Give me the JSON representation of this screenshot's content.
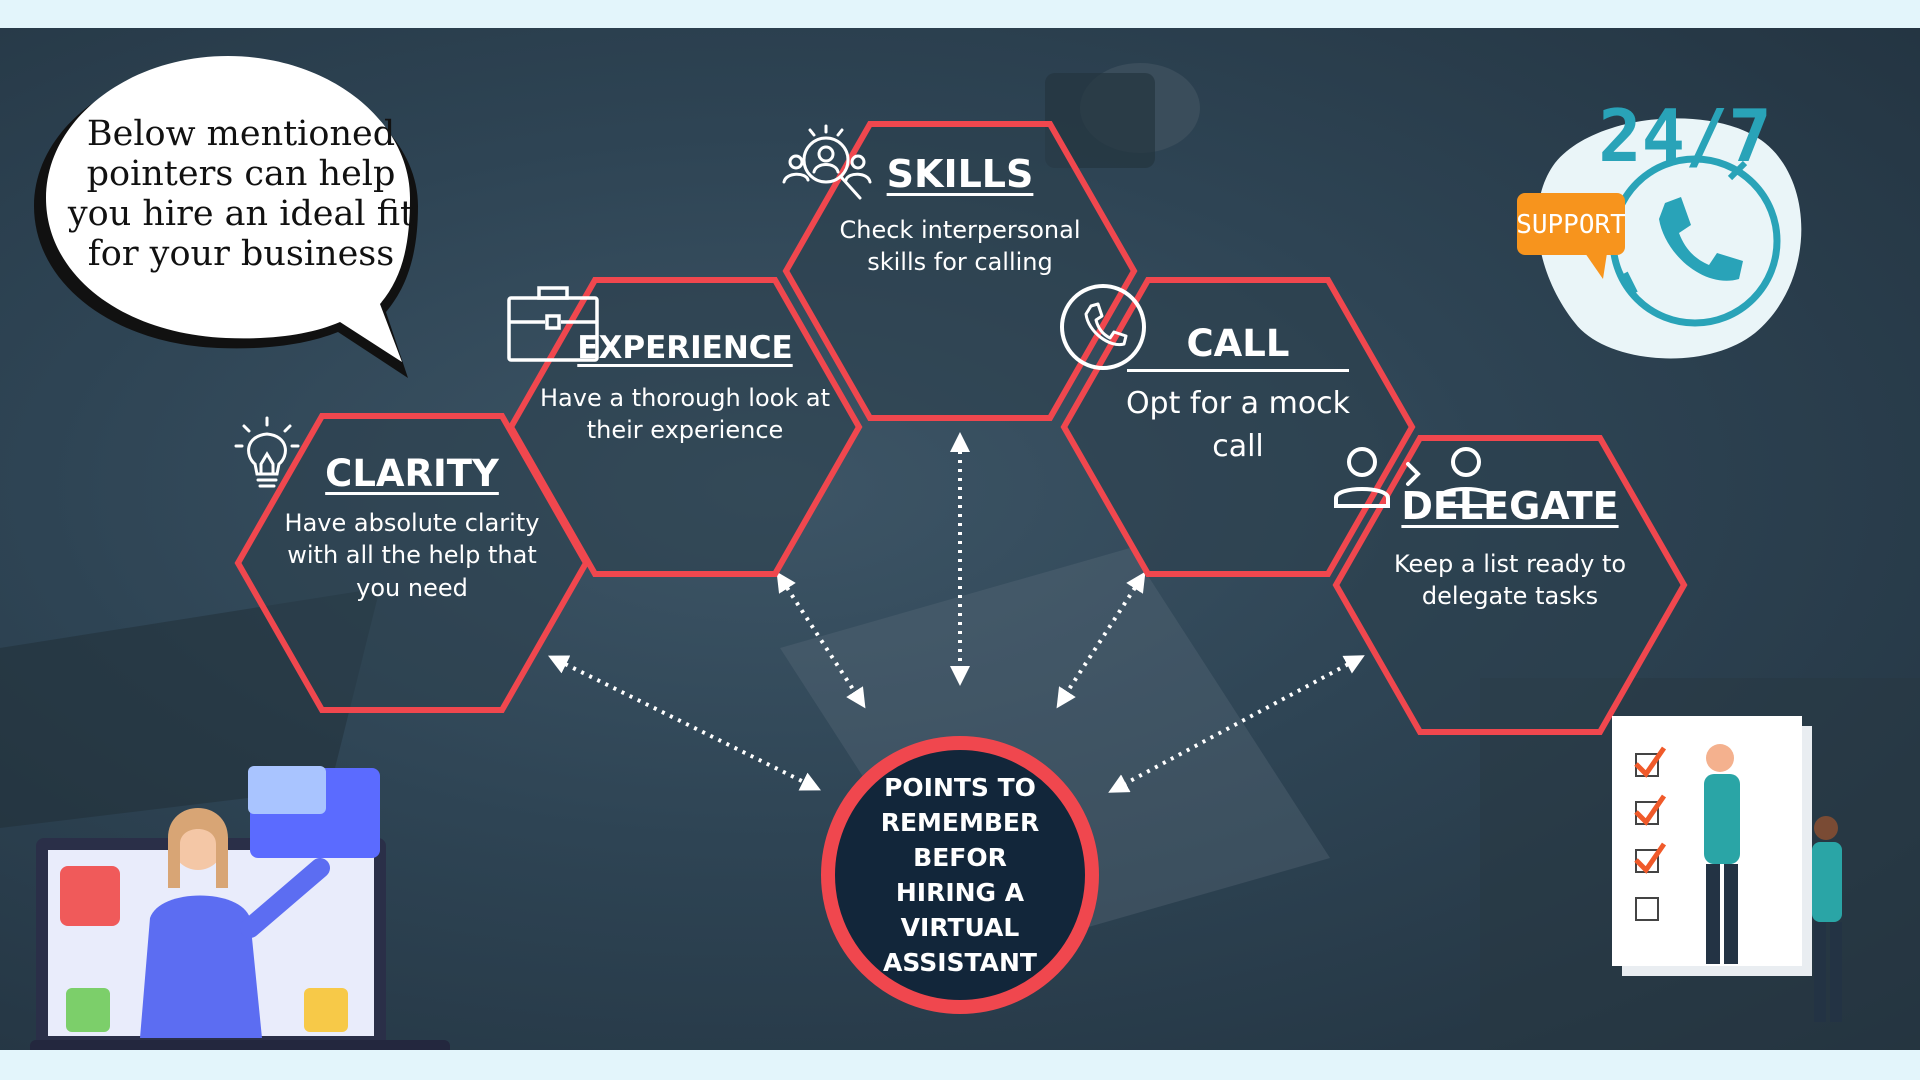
{
  "speech_bubble": {
    "text": "Below mentioned pointers can help you hire an ideal fit for your business"
  },
  "hexagons": [
    {
      "id": "clarity",
      "title": "CLARITY",
      "desc": "Have absolute clarity with all the help that you need",
      "icon": "lightbulb-icon"
    },
    {
      "id": "experience",
      "title": "EXPERIENCE",
      "desc": "Have a thorough look at their experience",
      "icon": "briefcase-icon"
    },
    {
      "id": "skills",
      "title": "SKILLS",
      "desc": "Check interpersonal skills for calling",
      "icon": "people-search-icon"
    },
    {
      "id": "call",
      "title": "CALL",
      "desc": "Opt for a mock call",
      "icon": "phone-icon"
    },
    {
      "id": "delegate",
      "title": "DELEGATE",
      "desc": "Keep a list ready to delegate tasks",
      "icon": "delegate-users-icon"
    }
  ],
  "center": {
    "text": "POINTS TO REMEMBER BEFOR HIRING A VIRTUAL ASSISTANT"
  },
  "support_badge": {
    "hours": "24/7",
    "label": "SUPPORT"
  },
  "colors": {
    "hex_border": "#f0474e",
    "background": "#2e4454",
    "frame": "#e3f5fb",
    "center_fill": "#12263a",
    "accent_teal": "#29a3b8",
    "support_orange": "#f7941d"
  }
}
